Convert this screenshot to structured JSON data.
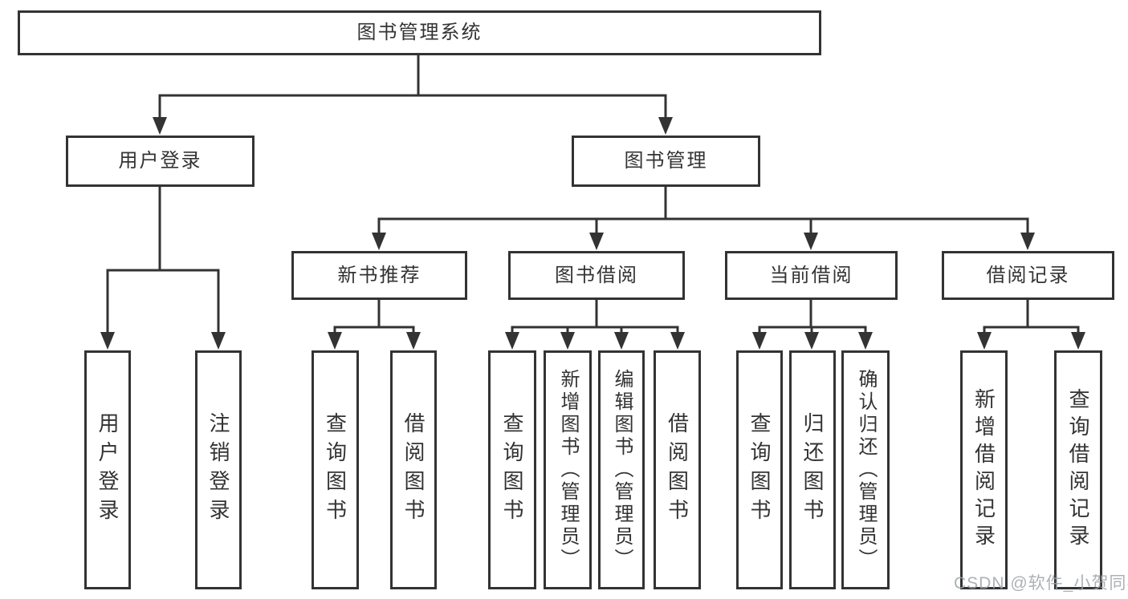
{
  "diagram": {
    "title": "图书管理系统",
    "branches": [
      {
        "label": "用户登录",
        "children": [
          "用户登录",
          "注销登录"
        ]
      },
      {
        "label": "图书管理",
        "groups": [
          {
            "label": "新书推荐",
            "children": [
              "查询图书",
              "借阅图书"
            ]
          },
          {
            "label": "图书借阅",
            "children": [
              "查询图书",
              "新增图书（管理员）",
              "编辑图书（管理员）",
              "借阅图书"
            ]
          },
          {
            "label": "当前借阅",
            "children": [
              "查询图书",
              "归还图书",
              "确认归还（管理员）"
            ]
          },
          {
            "label": "借阅记录",
            "children": [
              "新增借阅记录",
              "查询借阅记录"
            ]
          }
        ]
      }
    ]
  },
  "watermark": "CSDN @软件_小贺同学",
  "colors": {
    "line": "#333333",
    "box_border": "#333333",
    "background": "#ffffff",
    "watermark": "#9ea3a8"
  }
}
